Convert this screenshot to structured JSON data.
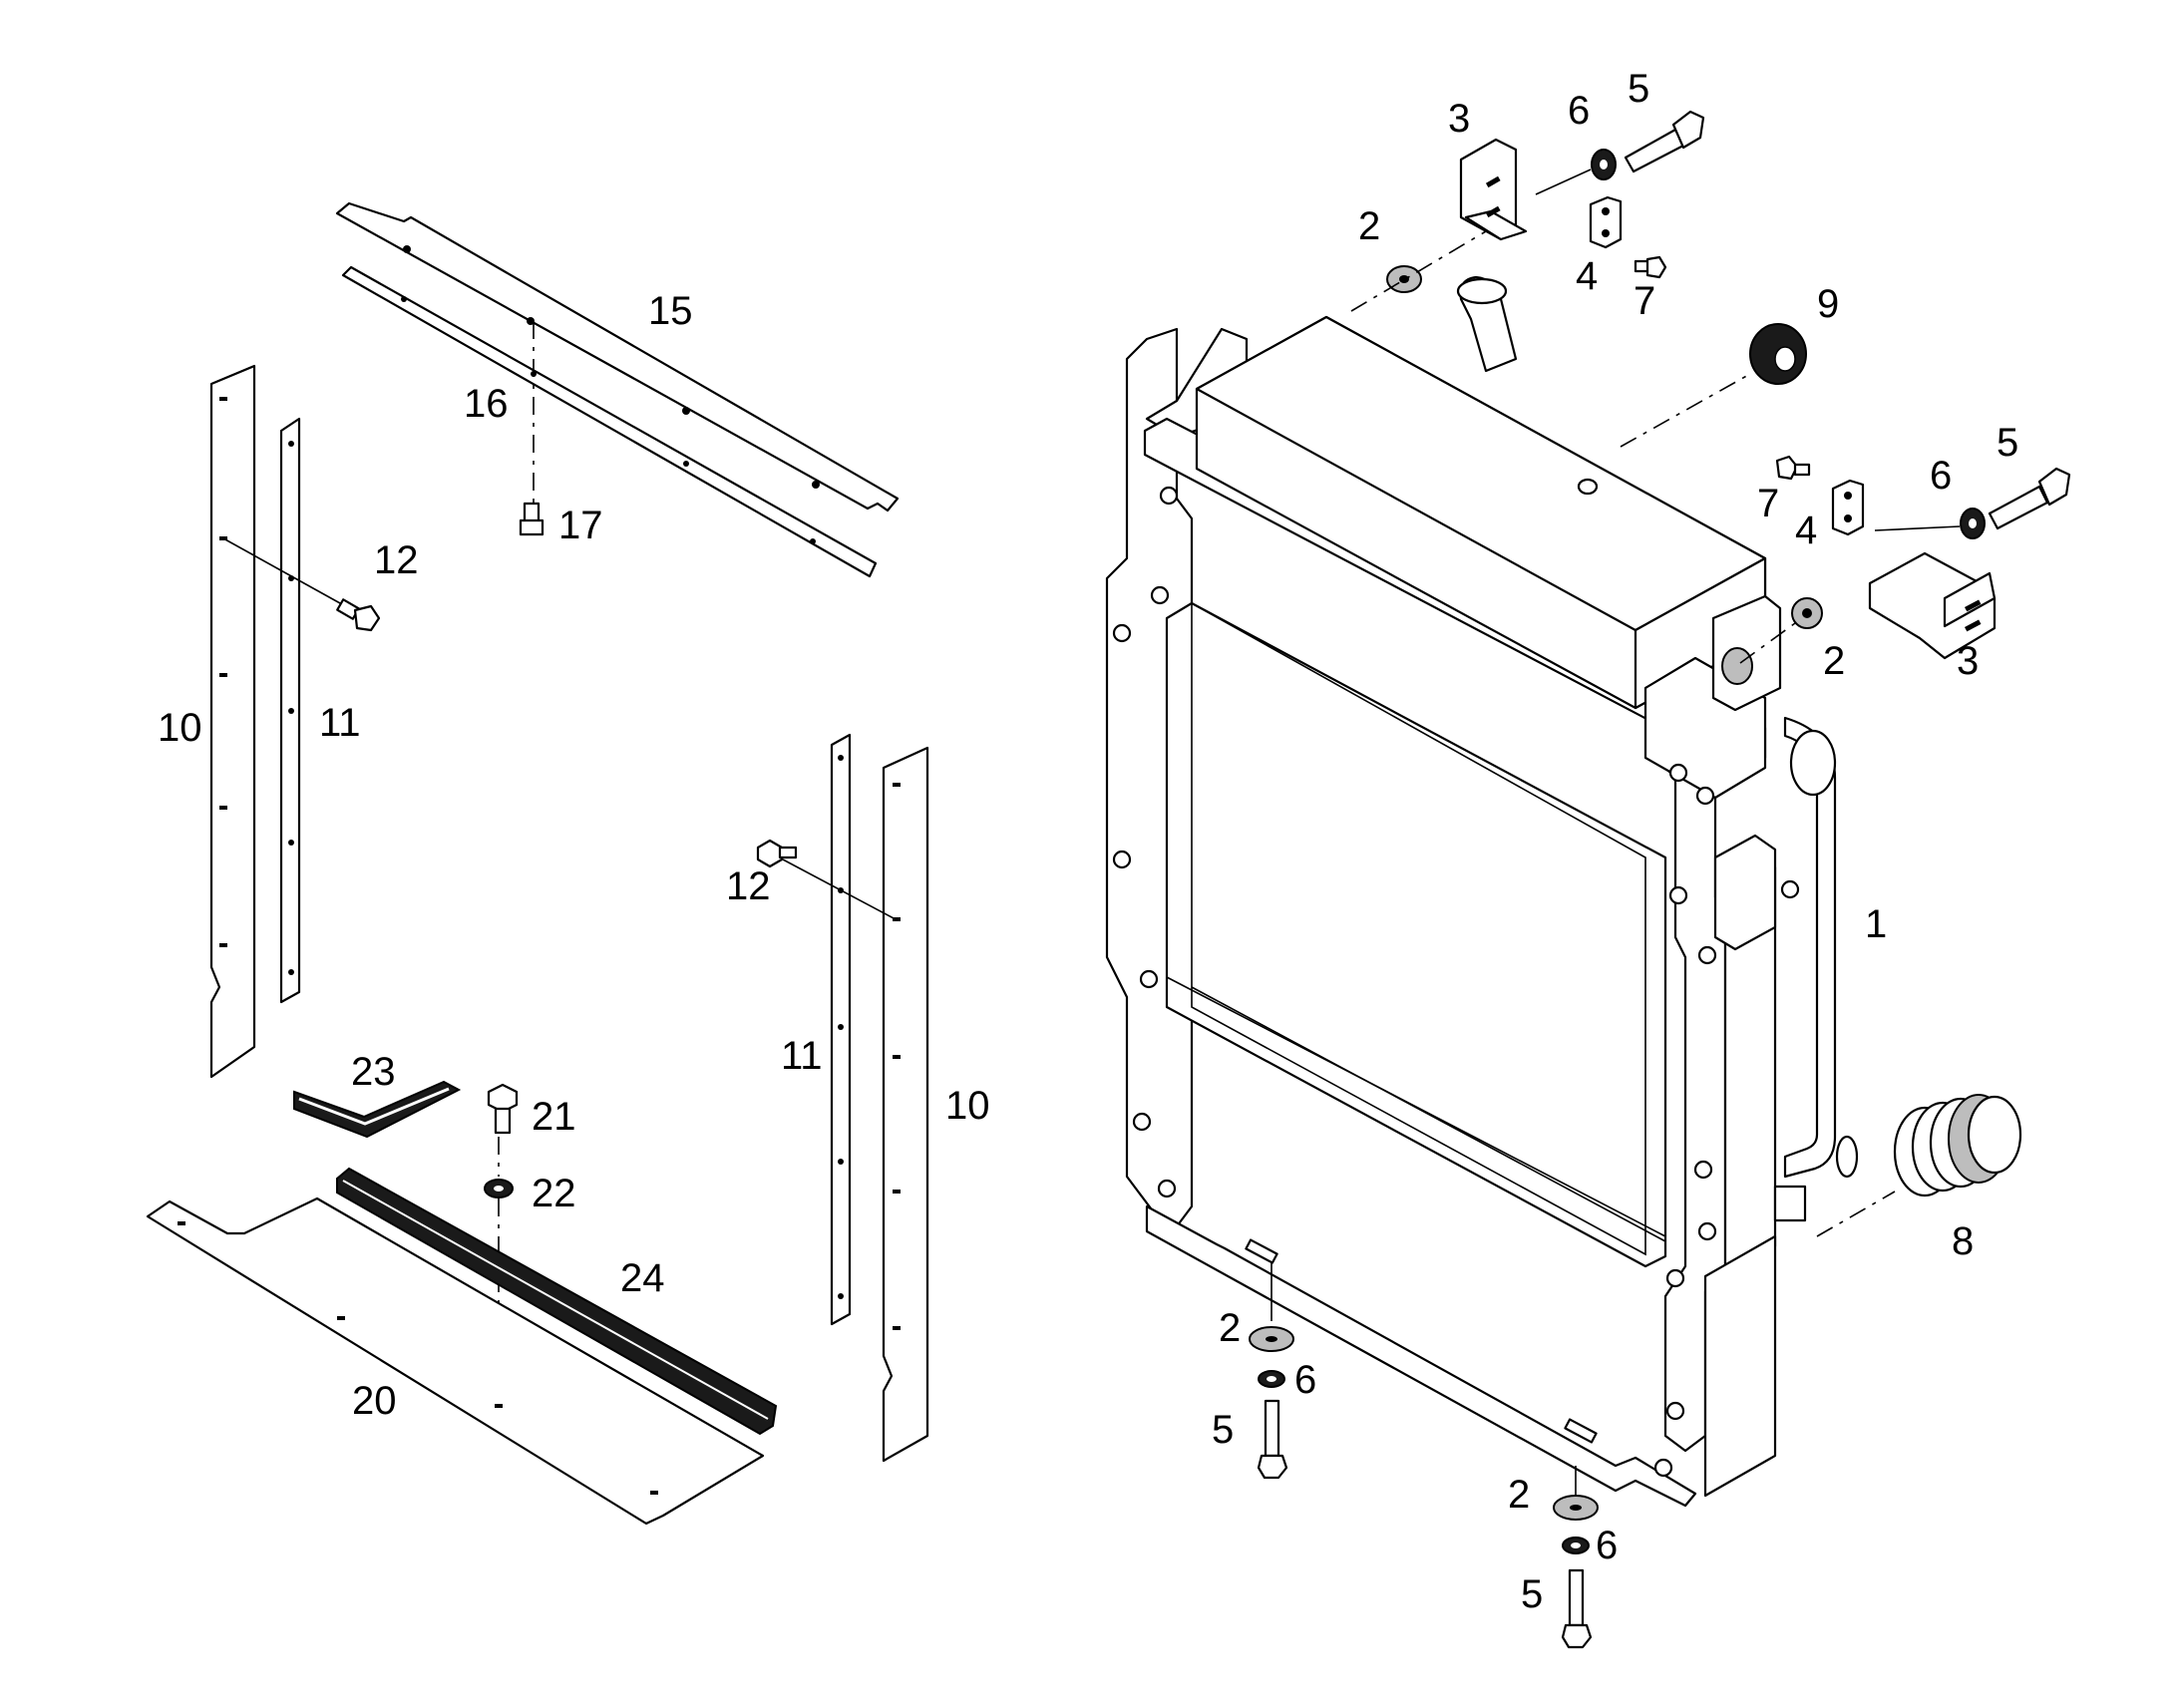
{
  "callouts": [
    {
      "id": "c1",
      "text": "1"
    },
    {
      "id": "c2a",
      "text": "2"
    },
    {
      "id": "c2b",
      "text": "2"
    },
    {
      "id": "c2c",
      "text": "2"
    },
    {
      "id": "c2d",
      "text": "2"
    },
    {
      "id": "c3a",
      "text": "3"
    },
    {
      "id": "c3b",
      "text": "3"
    },
    {
      "id": "c4a",
      "text": "4"
    },
    {
      "id": "c4b",
      "text": "4"
    },
    {
      "id": "c5a",
      "text": "5"
    },
    {
      "id": "c5b",
      "text": "5"
    },
    {
      "id": "c5c",
      "text": "5"
    },
    {
      "id": "c5d",
      "text": "5"
    },
    {
      "id": "c6a",
      "text": "6"
    },
    {
      "id": "c6b",
      "text": "6"
    },
    {
      "id": "c6c",
      "text": "6"
    },
    {
      "id": "c6d",
      "text": "6"
    },
    {
      "id": "c7a",
      "text": "7"
    },
    {
      "id": "c7b",
      "text": "7"
    },
    {
      "id": "c8",
      "text": "8"
    },
    {
      "id": "c9",
      "text": "9"
    },
    {
      "id": "c10a",
      "text": "10"
    },
    {
      "id": "c10b",
      "text": "10"
    },
    {
      "id": "c11a",
      "text": "11"
    },
    {
      "id": "c11b",
      "text": "11"
    },
    {
      "id": "c12a",
      "text": "12"
    },
    {
      "id": "c12b",
      "text": "12"
    },
    {
      "id": "c15",
      "text": "15"
    },
    {
      "id": "c16",
      "text": "16"
    },
    {
      "id": "c17",
      "text": "17"
    },
    {
      "id": "c20",
      "text": "20"
    },
    {
      "id": "c21",
      "text": "21"
    },
    {
      "id": "c22",
      "text": "22"
    },
    {
      "id": "c23",
      "text": "23"
    },
    {
      "id": "c24",
      "text": "24"
    }
  ]
}
